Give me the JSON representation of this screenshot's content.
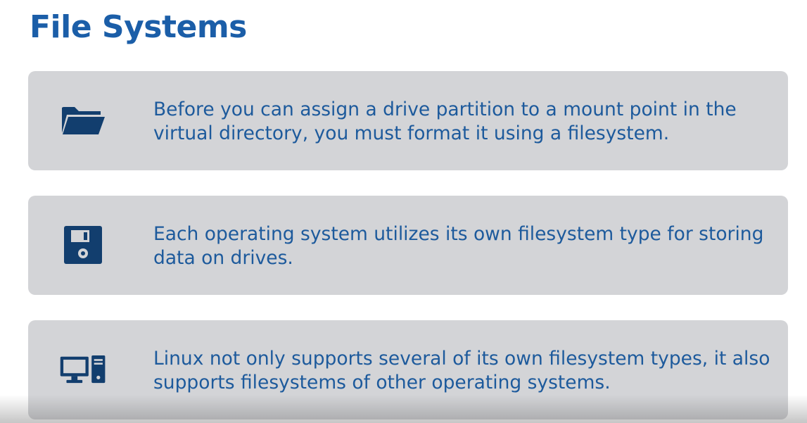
{
  "slide": {
    "title": "File Systems",
    "colors": {
      "title": "#1b5ea8",
      "text": "#1d5a9c",
      "icon": "#123e6e",
      "card_background": "#d3d4d7"
    },
    "cards": [
      {
        "icon": "folder-open-icon",
        "text": "Before you can assign a drive partition to a mount point in the virtual directory, you must format it using a filesystem."
      },
      {
        "icon": "floppy-disk-icon",
        "text": "Each operating system utilizes its own filesystem type for storing data on drives."
      },
      {
        "icon": "desktop-computer-icon",
        "text": "Linux not only supports several of its own filesystem types, it also supports filesystems of other operating systems."
      }
    ]
  }
}
